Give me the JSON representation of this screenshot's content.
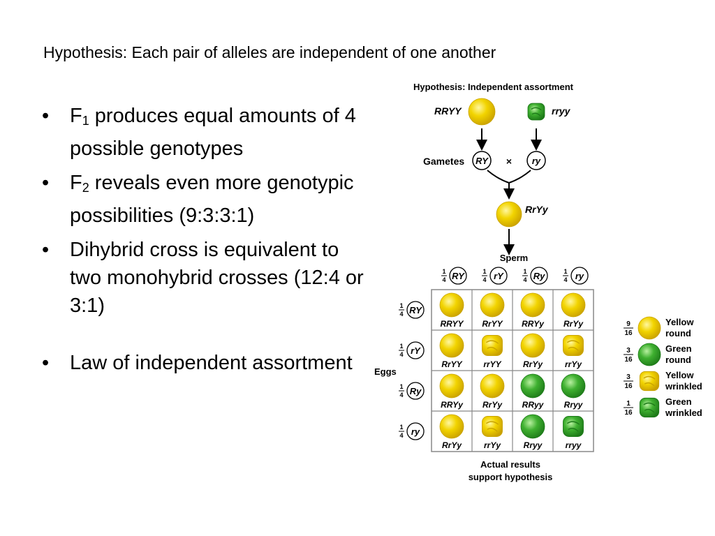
{
  "slide": {
    "title": "Hypothesis: Each pair of alleles are independent of one another",
    "bullets": [
      {
        "lead": "F",
        "sub": "1",
        "rest": " produces equal amounts of 4 possible genotypes"
      },
      {
        "lead": "F",
        "sub": "2",
        "rest": " reveals even more genotypic possibilities (9:3:3:1)"
      },
      {
        "lead": "",
        "sub": "",
        "rest": "Dihybrid cross is equivalent to two monohybrid crosses (12:4 or 3:1)"
      },
      {
        "lead": "",
        "sub": "",
        "rest": "Law of independent assortment"
      }
    ]
  },
  "diagram": {
    "title": "Hypothesis: Independent assortment",
    "parent1": "RRYY",
    "parent2": "rryy",
    "gametes_label": "Gametes",
    "gamete1": "RY",
    "gamete2": "ry",
    "cross_symbol": "×",
    "f1": "RrYy",
    "sperm_label": "Sperm",
    "eggs_label": "Eggs",
    "fraction_num": "1",
    "fraction_den": "4",
    "sperm_alleles": [
      "RY",
      "rY",
      "Ry",
      "ry"
    ],
    "egg_alleles": [
      "RY",
      "rY",
      "Ry",
      "ry"
    ],
    "grid": [
      [
        {
          "g": "RRYY",
          "c": "yellow",
          "s": "round"
        },
        {
          "g": "RrYY",
          "c": "yellow",
          "s": "round"
        },
        {
          "g": "RRYy",
          "c": "yellow",
          "s": "round"
        },
        {
          "g": "RrYy",
          "c": "yellow",
          "s": "round"
        }
      ],
      [
        {
          "g": "RrYY",
          "c": "yellow",
          "s": "round"
        },
        {
          "g": "rrYY",
          "c": "yellow",
          "s": "wrinkled"
        },
        {
          "g": "RrYy",
          "c": "yellow",
          "s": "round"
        },
        {
          "g": "rrYy",
          "c": "yellow",
          "s": "wrinkled"
        }
      ],
      [
        {
          "g": "RRYy",
          "c": "yellow",
          "s": "round"
        },
        {
          "g": "RrYy",
          "c": "yellow",
          "s": "round"
        },
        {
          "g": "RRyy",
          "c": "green",
          "s": "round"
        },
        {
          "g": "Rryy",
          "c": "green",
          "s": "round"
        }
      ],
      [
        {
          "g": "RrYy",
          "c": "yellow",
          "s": "round"
        },
        {
          "g": "rrYy",
          "c": "yellow",
          "s": "wrinkled"
        },
        {
          "g": "Rryy",
          "c": "green",
          "s": "round"
        },
        {
          "g": "rryy",
          "c": "green",
          "s": "wrinkled"
        }
      ]
    ],
    "legend": [
      {
        "num": "9",
        "den": "16",
        "label1": "Yellow",
        "label2": "round",
        "c": "yellow",
        "s": "round"
      },
      {
        "num": "3",
        "den": "16",
        "label1": "Green",
        "label2": "round",
        "c": "green",
        "s": "round"
      },
      {
        "num": "3",
        "den": "16",
        "label1": "Yellow",
        "label2": "wrinkled",
        "c": "yellow",
        "s": "wrinkled"
      },
      {
        "num": "1",
        "den": "16",
        "label1": "Green",
        "label2": "wrinkled",
        "c": "green",
        "s": "wrinkled"
      }
    ],
    "footer1": "Actual results",
    "footer2": "support hypothesis",
    "colors": {
      "yellow": "#f2d400",
      "yellow_dark": "#c9a400",
      "green": "#35a52c",
      "green_dark": "#1e7a1a",
      "grid_line": "#888888",
      "cell_bg": "#ffffff"
    }
  }
}
